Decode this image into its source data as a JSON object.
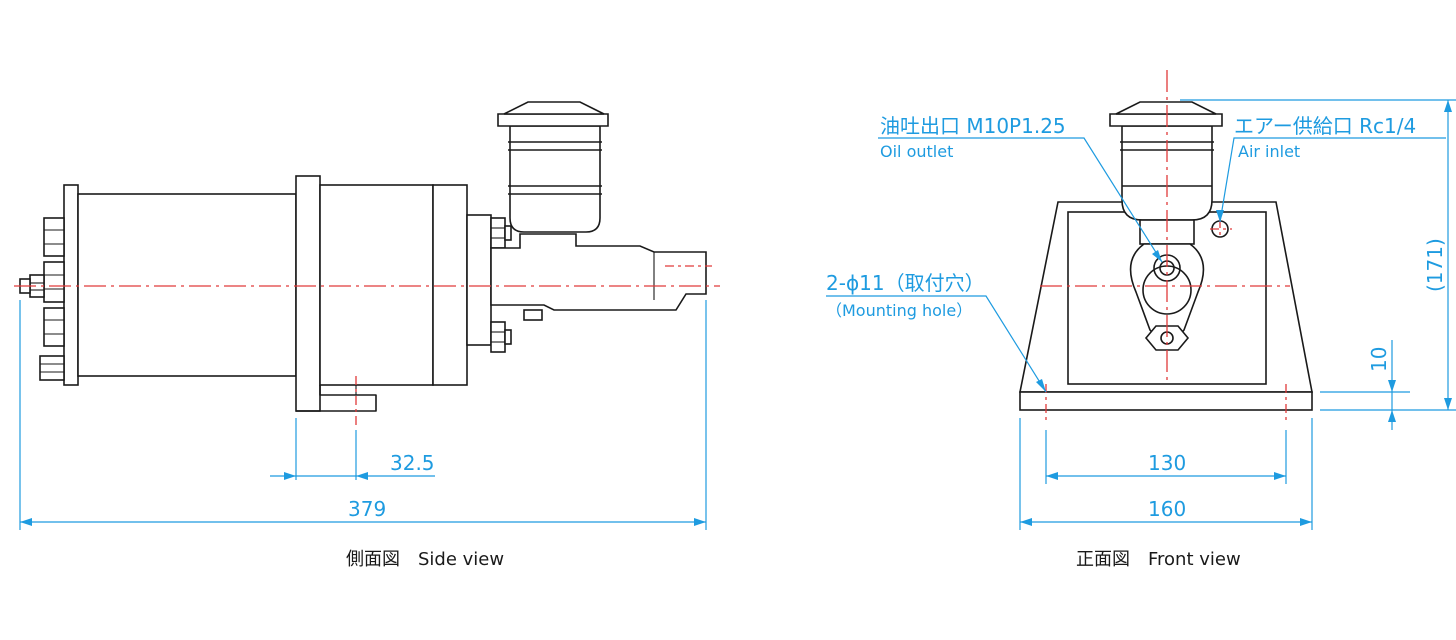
{
  "side_view": {
    "caption": "側面図　Side view",
    "dims": {
      "offset": "32.5",
      "overall": "379"
    }
  },
  "front_view": {
    "caption": "正面図　Front view",
    "dims": {
      "hole_pitch": "130",
      "base_width": "160",
      "base_height": "10",
      "overall_height": "(171)"
    },
    "callouts": {
      "oil_outlet_jp": "油吐出口 M10P1.25",
      "oil_outlet_en": "Oil outlet",
      "air_inlet_jp": "エアー供給口 Rc1/4",
      "air_inlet_en": "Air inlet",
      "mounting_jp": "2-ϕ11（取付穴）",
      "mounting_en": "（Mounting hole）"
    }
  },
  "colors": {
    "outline": "#1a1a1a",
    "centerline": "#e03a3a",
    "dimension": "#1e9be0"
  }
}
